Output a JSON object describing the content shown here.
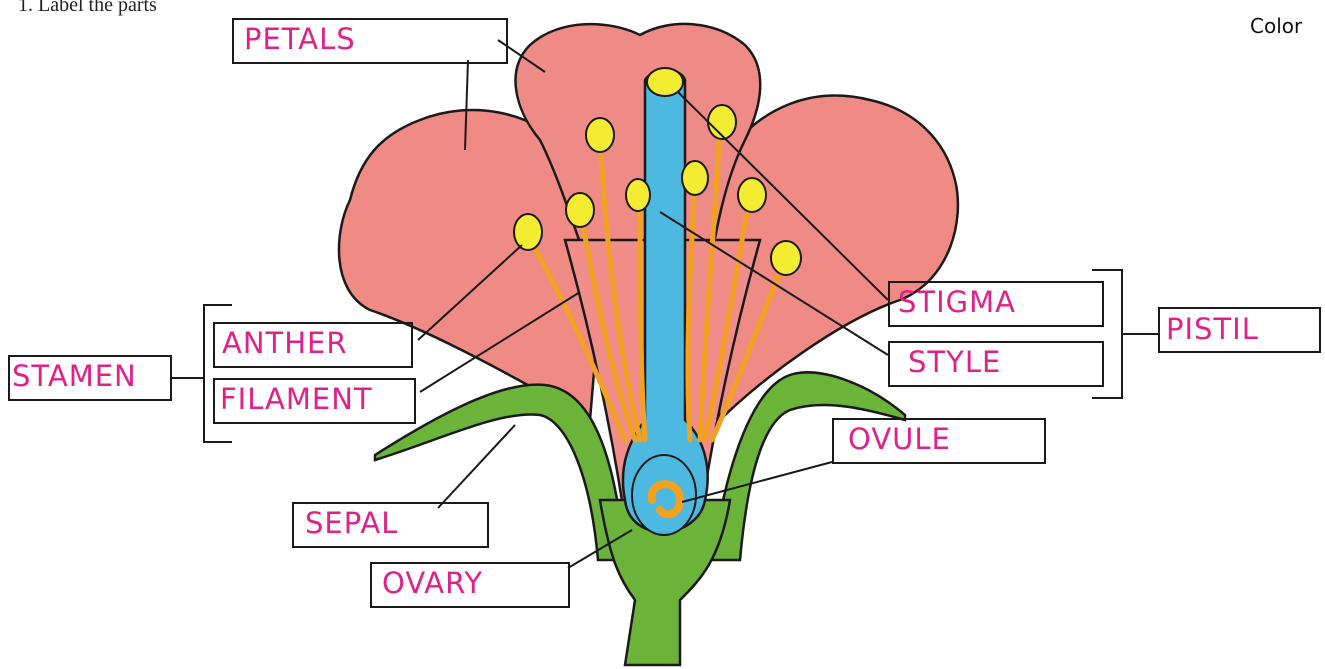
{
  "header": {
    "question_text": "1. Label the parts",
    "corner_note": "Color"
  },
  "labels": {
    "petals": "PETALS",
    "stigma": "STIGMA",
    "style": "STYLE",
    "pistil": "PISTIL",
    "anther": "ANTHER",
    "filament": "FILAMENT",
    "stamen": "STAMEN",
    "ovule": "OVULE",
    "sepal": "SEPAL",
    "ovary": "OVARY"
  },
  "colors": {
    "petal": "#f08a84",
    "petal_dark": "#e8736e",
    "sepal": "#6cb33a",
    "style_blue": "#4db8e0",
    "anther_yellow": "#f3ec32",
    "filament_orange": "#f3a21f",
    "label_magenta": "#e0218a",
    "outline": "#1a1a1a"
  }
}
